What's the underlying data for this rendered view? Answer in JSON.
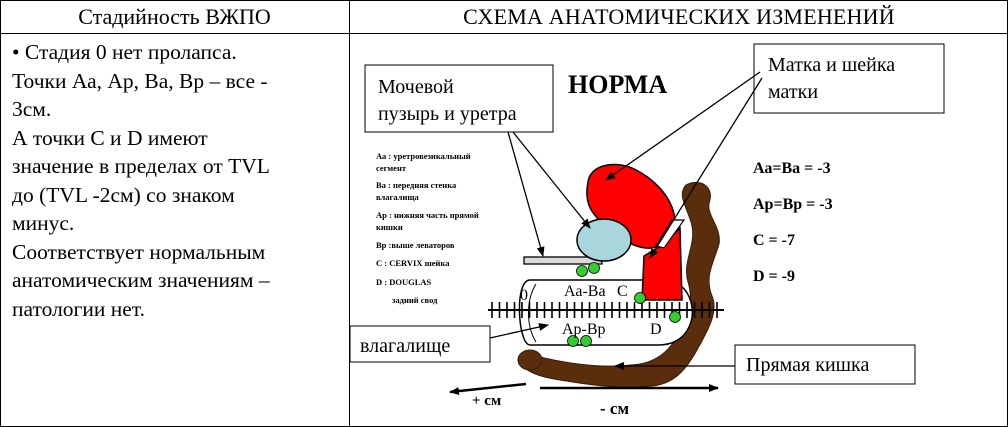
{
  "table": {
    "col1_header": "Стадийность ВЖПО",
    "col2_header": "СХЕМА АНАТОМИЧЕСКИХ ИЗМЕНЕНИЙ"
  },
  "description": {
    "line1": "• Стадия 0 нет пролапса.",
    "line2": "Точки Аа, Ар, Ва, Вр – все -",
    "line3": "3см.",
    "line4": "А точки С и D имеют",
    "line5": "значение в пределах от TVL",
    "line6": "до (TVL -2см) со знаком",
    "line7": "минус.",
    "line8": "Соответствует нормальным",
    "line9": "анатомическим значениям –",
    "line10": "патологии нет."
  },
  "diagram": {
    "title": "НОРМА",
    "callouts": {
      "bladder_line1": "Мочевой",
      "bladder_line2": "пузырь и уретра",
      "uterus_line1": "Матка и шейка",
      "uterus_line2": "матки",
      "vagina": "влагалище",
      "rectum": "Прямая кишка"
    },
    "legend": {
      "aa_1": "Аа : уретровезикальный",
      "aa_2": "сегмент",
      "ba_1": "Ва : передняя стенка",
      "ba_2": "влагалища",
      "ap_1": "Ар : нижняя часть прямой",
      "ap_2": "кишки",
      "bp": "Вр :выше леваторов",
      "c": "С : CERVIX шейка",
      "d_1": "D : DOUGLAS",
      "d_2": "задний свод"
    },
    "values": {
      "aa_ba": "Аа=Ва = -3",
      "ap_bp": "Ар=Вр = -3",
      "c": "С = -7",
      "d": "D = -9"
    },
    "inner_labels": {
      "zero": "0",
      "aa_ba": "Аа-Ва",
      "c": "С",
      "ap_bp": "Ар-Вр",
      "d": "D"
    },
    "axis": {
      "plus_cm": "+ см",
      "minus_cm": "- см"
    },
    "colors": {
      "uterus": "#ff0000",
      "bladder": "#a9d5dc",
      "rectum": "#5a2d0c",
      "points": "#33cc33"
    }
  }
}
